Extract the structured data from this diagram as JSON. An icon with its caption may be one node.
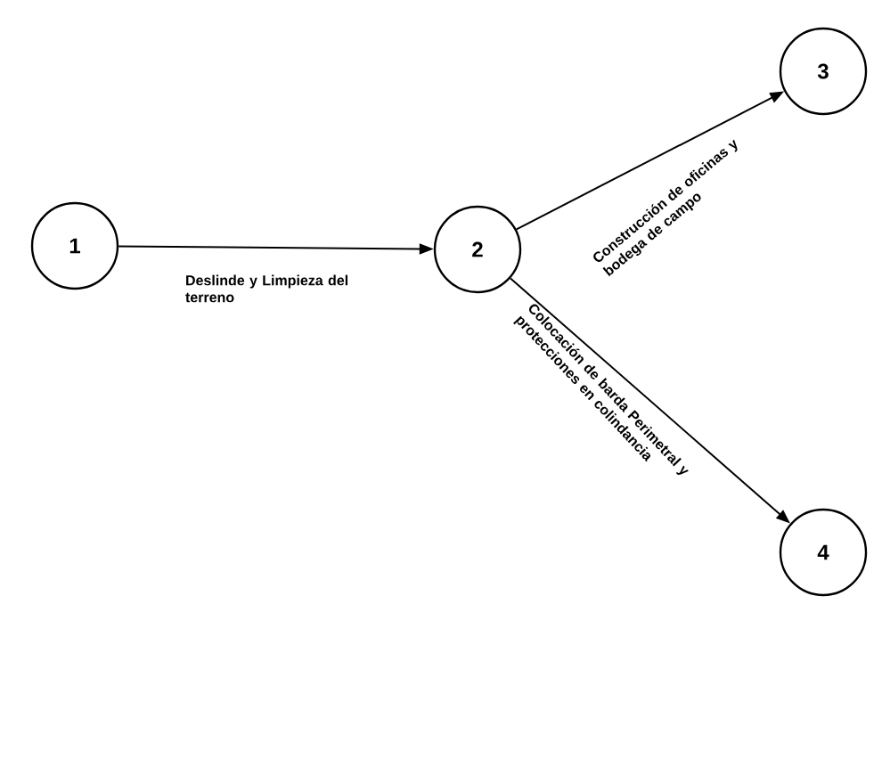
{
  "diagram": {
    "nodes": [
      {
        "text": [
          "1"
        ]
      },
      {
        "text": [
          "2"
        ]
      },
      {
        "text": [
          "3"
        ]
      },
      {
        "text": [
          "4"
        ]
      }
    ],
    "edges": [
      {
        "from": 0,
        "to": 1,
        "arrow": "to",
        "label": "Deslinde y Limpieza del terreno"
      },
      {
        "from": 1,
        "to": 2,
        "arrow": "to",
        "label": "Construcción de oficinas y bodega de campo"
      },
      {
        "from": 1,
        "to": 3,
        "arrow": "to",
        "label": "Colocación de barda Perimetral y protecciones en colindancia"
      }
    ]
  }
}
